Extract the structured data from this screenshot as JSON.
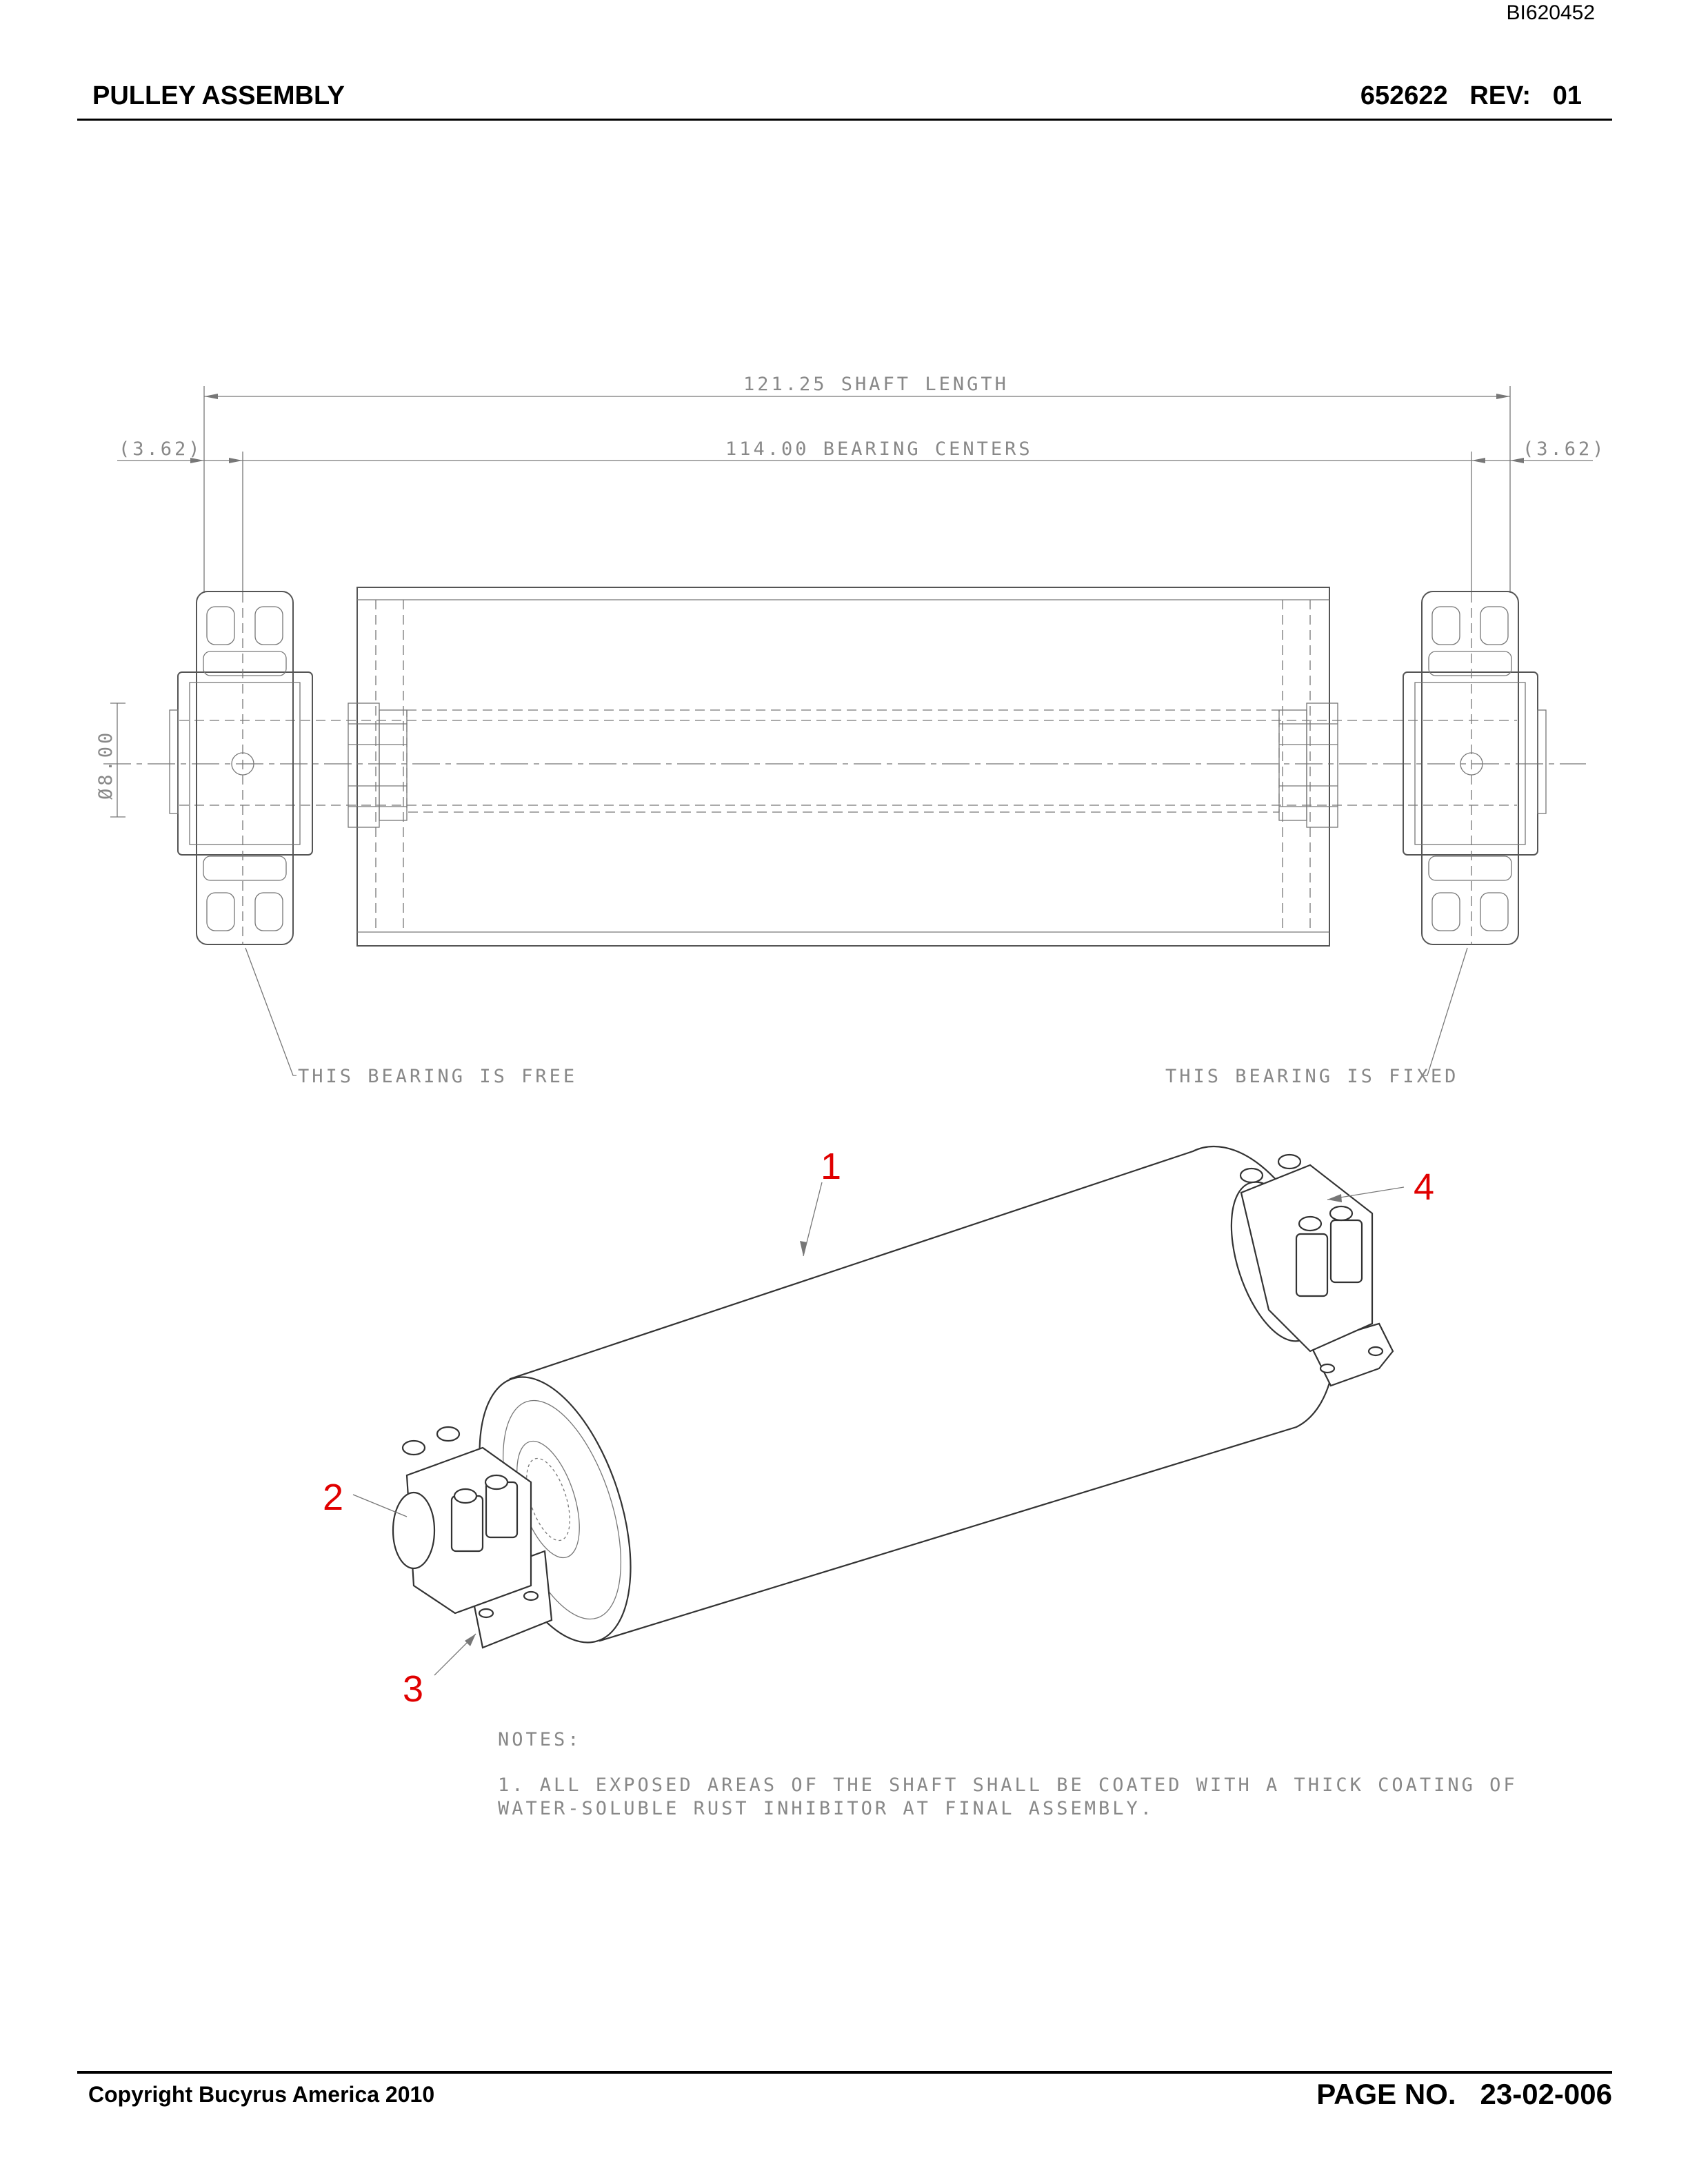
{
  "doc_id": "BI620452",
  "header": {
    "title": "PULLEY ASSEMBLY",
    "part_number": "652622",
    "rev_label": "REV:",
    "rev_value": "01"
  },
  "dimensions": {
    "shaft_length": "121.25 SHAFT LENGTH",
    "bearing_centers": "114.00 BEARING CENTERS",
    "left_offset": "(3.62)",
    "right_offset": "(3.62)",
    "diameter": "Ø8.00"
  },
  "callouts": {
    "free_bearing": "THIS BEARING IS FREE",
    "fixed_bearing": "THIS BEARING IS FIXED"
  },
  "balloons": [
    "1",
    "2",
    "3",
    "4"
  ],
  "notes": {
    "heading": "NOTES:",
    "line1": "1. ALL EXPOSED AREAS OF THE SHAFT SHALL BE COATED WITH A THICK COATING OF",
    "line2": "WATER-SOLUBLE RUST INHIBITOR AT FINAL ASSEMBLY."
  },
  "footer": {
    "copyright": "Copyright Bucyrus America 2010",
    "page_label": "PAGE NO.",
    "page_number": "23-02-006"
  },
  "colors": {
    "balloon": "#e00000",
    "linework": "#555555"
  }
}
